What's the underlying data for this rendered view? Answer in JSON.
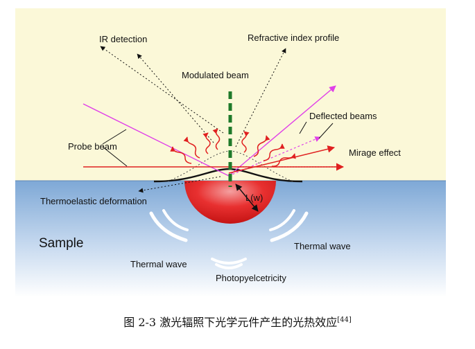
{
  "diagram": {
    "labels": {
      "ir_detection": "IR detection",
      "refractive_index_profile": "Refractive index profile",
      "modulated_beam": "Modulated beam",
      "deflected_beams": "Deflected beams",
      "probe_beam": "Probe beam",
      "mirage_effect": "Mirage effect",
      "thermoelastic_deformation": "Thermoelastic deformation",
      "lw": "L(w)",
      "sample": "Sample",
      "thermal_wave_right": "Thermal wave",
      "thermal_wave_left": "Thermal wave",
      "photopyelectricity": "Photopyelcetricity"
    },
    "colors": {
      "air": "#fbf8d8",
      "sample_top": "#7ea8d6",
      "sample_bottom": "#ffffff",
      "probe_beam": "#e040e8",
      "mirage_line": "#e02020",
      "modulated_beam": "#1f7a2a",
      "heat_spot": "#e01818"
    }
  },
  "caption": {
    "text": "图 2-3  激光辐照下光学元件产生的光热效应",
    "ref": "[44]"
  }
}
